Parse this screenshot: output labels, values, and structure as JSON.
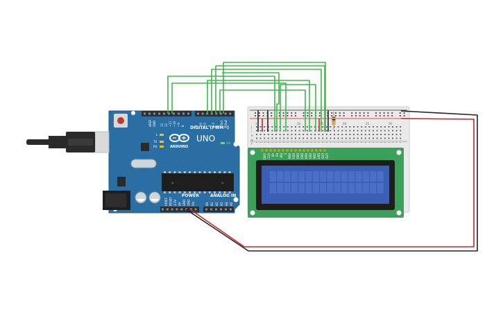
{
  "arduino": {
    "brand": "ARDUINO",
    "model": "UNO",
    "digital_label": "DIGITAL (PWM~)",
    "power_label": "POWER",
    "analog_label": "ANALOG IN",
    "on_label": "ON",
    "tx_label": "TX",
    "rx_label": "RX",
    "l_label": "L",
    "aref_label": "AREF",
    "gnd_label": "GND",
    "digital_pins": [
      "13",
      "12",
      "~11",
      "~10",
      "~9",
      "8",
      "7",
      "~6",
      "~5",
      "4",
      "~3",
      "2",
      "TX▸1",
      "RX◂0"
    ],
    "power_pins": [
      "IOREF",
      "RESET",
      "3.3V",
      "5V",
      "GND",
      "GND",
      "Vin"
    ],
    "analog_pins": [
      "A0",
      "A1",
      "A2",
      "A3",
      "A4",
      "A5"
    ]
  },
  "lcd": {
    "pin_labels": [
      "GND",
      "VCC",
      "V0",
      "RS",
      "RW",
      "E",
      "DB0",
      "DB1",
      "DB2",
      "DB3",
      "DB4",
      "DB5",
      "DB6",
      "DB7",
      "LED",
      "LED"
    ],
    "columns": 16,
    "rows": 2
  },
  "breadboard": {
    "row_letters": [
      "j",
      "i",
      "h",
      "g",
      "f"
    ],
    "column_numbers": [
      "1",
      "5",
      "10",
      "15",
      "20",
      "25",
      "30"
    ]
  },
  "colors": {
    "arduino_board": "#2b6ea3",
    "header": "#2f2f2f",
    "lcd_board": "#3aa05a",
    "lcd_screen": "#3a5fb4",
    "breadboard": "#e9e9e9",
    "wire_green": "#3cb84a",
    "wire_red": "#d42020",
    "wire_black": "#222222",
    "usb": "#2a2a2a"
  },
  "icons": [
    "usb-plug-icon",
    "infinity-logo-icon",
    "reset-button-icon",
    "resistor-icon"
  ]
}
